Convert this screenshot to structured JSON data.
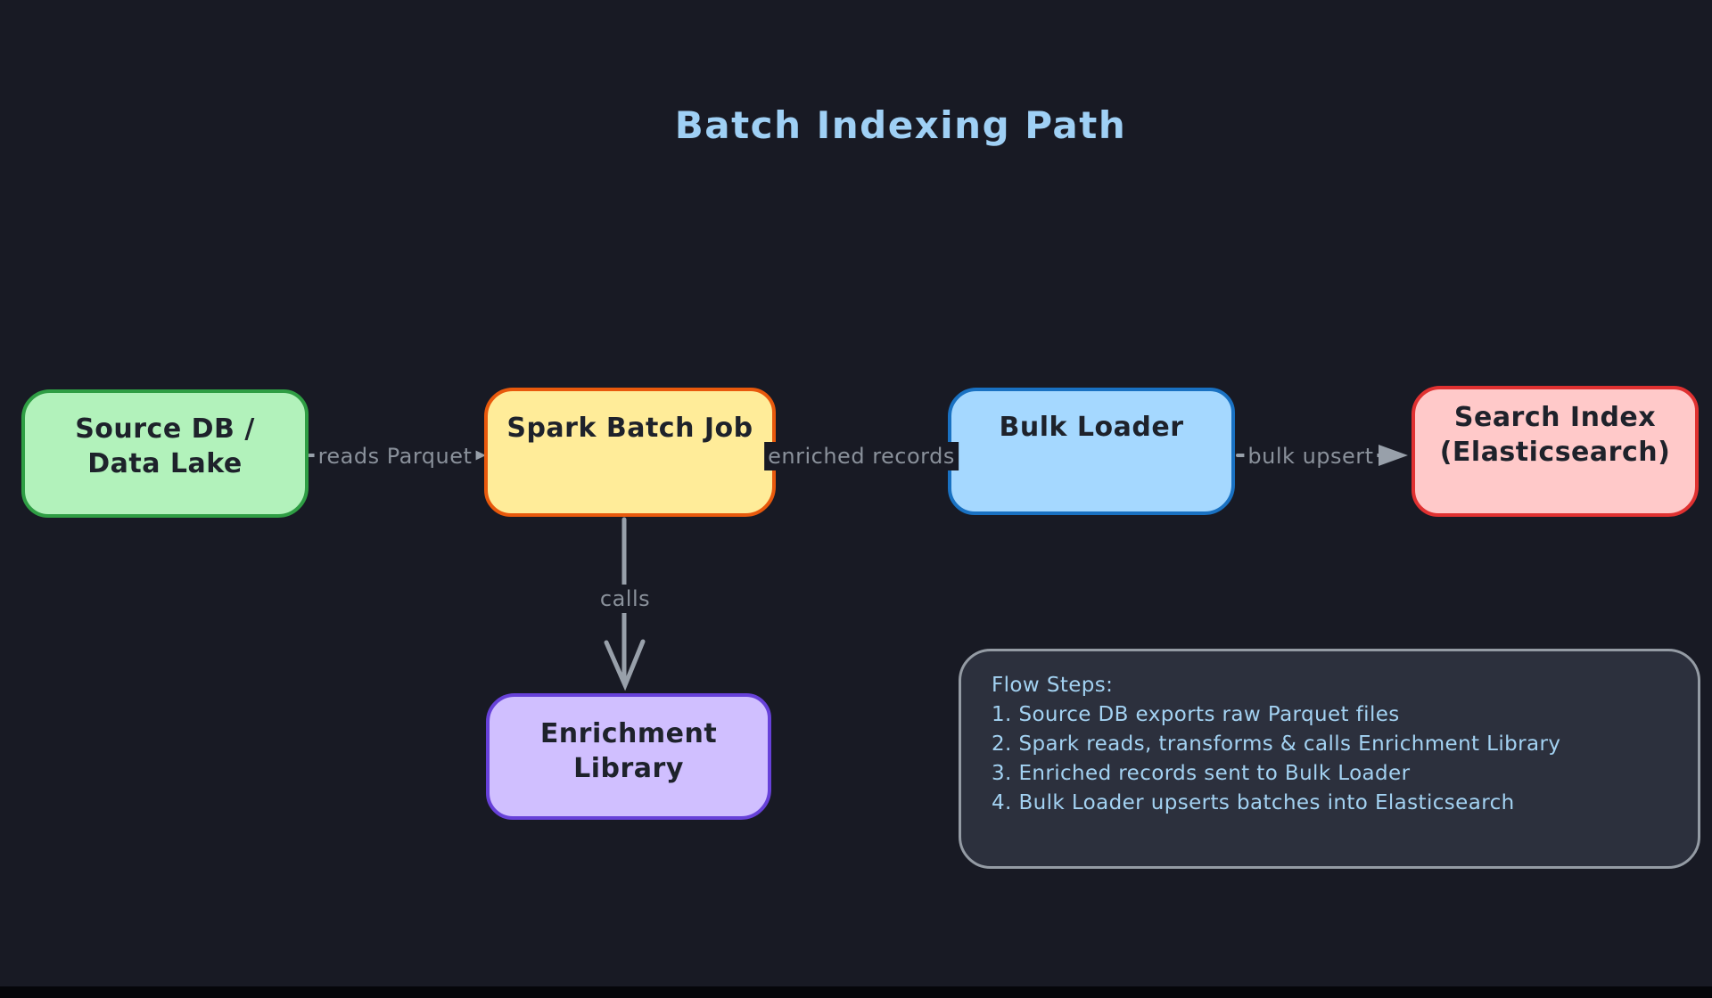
{
  "title": "Batch Indexing Path",
  "colors": {
    "background": "#181a24",
    "title_text": "#9fd0f5",
    "connector": "#98a0aa",
    "edge_label_text": "#8a919b",
    "node_text": "#1e222b",
    "notes_text": "#a3d2f2",
    "notes_border": "#949ba4",
    "notes_fill": "#2c303d",
    "bottom_bar": "#05060a"
  },
  "nodes": [
    {
      "id": "source-db",
      "label": "Source DB /\nData Lake",
      "fill": "#b2f2bb",
      "border": "#2f9e44"
    },
    {
      "id": "spark-batch-job",
      "label": "Spark Batch Job",
      "fill": "#ffec99",
      "border": "#e8590c"
    },
    {
      "id": "bulk-loader",
      "label": "Bulk Loader",
      "fill": "#a5d8ff",
      "border": "#1971c2"
    },
    {
      "id": "search-index",
      "label": "Search Index\n(Elasticsearch)",
      "fill": "#ffc9c9",
      "border": "#e03131"
    },
    {
      "id": "enrichment-library",
      "label": "Enrichment\nLibrary",
      "fill": "#d0bfff",
      "border": "#6741d9"
    }
  ],
  "edges": [
    {
      "from": "source-db",
      "to": "spark-batch-job",
      "label": "reads Parquet"
    },
    {
      "from": "spark-batch-job",
      "to": "bulk-loader",
      "label": "enriched records"
    },
    {
      "from": "bulk-loader",
      "to": "search-index",
      "label": "bulk upsert"
    },
    {
      "from": "spark-batch-job",
      "to": "enrichment-library",
      "label": "calls"
    }
  ],
  "notes": {
    "heading": "Flow Steps:",
    "steps": [
      "1. Source DB exports raw Parquet files",
      "2. Spark reads, transforms & calls Enrichment Library",
      "3. Enriched records sent to Bulk Loader",
      "4. Bulk Loader upserts batches into Elasticsearch"
    ]
  }
}
